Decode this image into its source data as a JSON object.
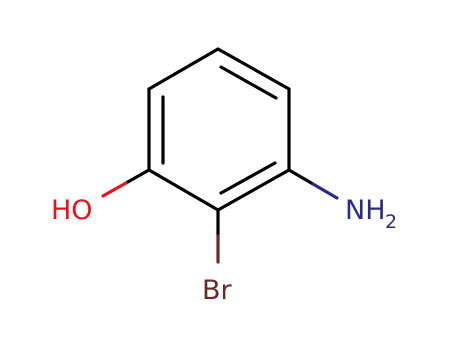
{
  "molecule": {
    "atoms": {
      "oxygen": {
        "text": "HO",
        "color": "#e8131a"
      },
      "bromine": {
        "text": "Br",
        "color": "#6b2a2a"
      },
      "nitrogen": {
        "text": "NH",
        "subscript": "2",
        "color": "#2a2a8c"
      }
    },
    "colors": {
      "bond": "#000000",
      "background": "#ffffff"
    }
  }
}
